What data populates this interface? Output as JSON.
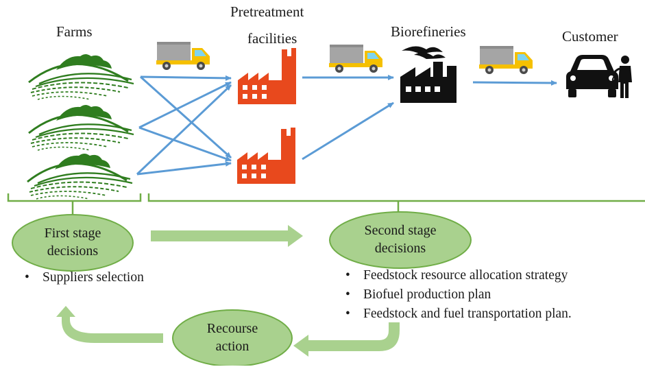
{
  "nodes": {
    "farms": "Farms",
    "pretreatment_line1": "Pretreatment",
    "pretreatment_line2": "facilities",
    "biorefineries": "Biorefineries",
    "customer": "Customer"
  },
  "stages": {
    "first_line1": "First stage",
    "first_line2": "decisions",
    "second_line1": "Second stage",
    "second_line2": "decisions",
    "recourse_line1": "Recourse",
    "recourse_line2": "action"
  },
  "first_stage_items": [
    "Suppliers selection"
  ],
  "second_stage_items": [
    "Feedstock resource allocation strategy",
    "Biofuel production plan",
    "Feedstock and fuel transportation plan."
  ],
  "icons": {
    "farm": "farm-field-icon",
    "truck": "truck-icon",
    "factory": "factory-icon",
    "biorefinery": "biorefinery-icon",
    "customer": "car-fuel-pump-icon"
  },
  "colors": {
    "arrow_blue": "#5b9bd5",
    "stage_green": "#a9d18e",
    "stage_border": "#70ad47",
    "factory_orange": "#e8491d",
    "farm_green": "#2f7d1f"
  }
}
